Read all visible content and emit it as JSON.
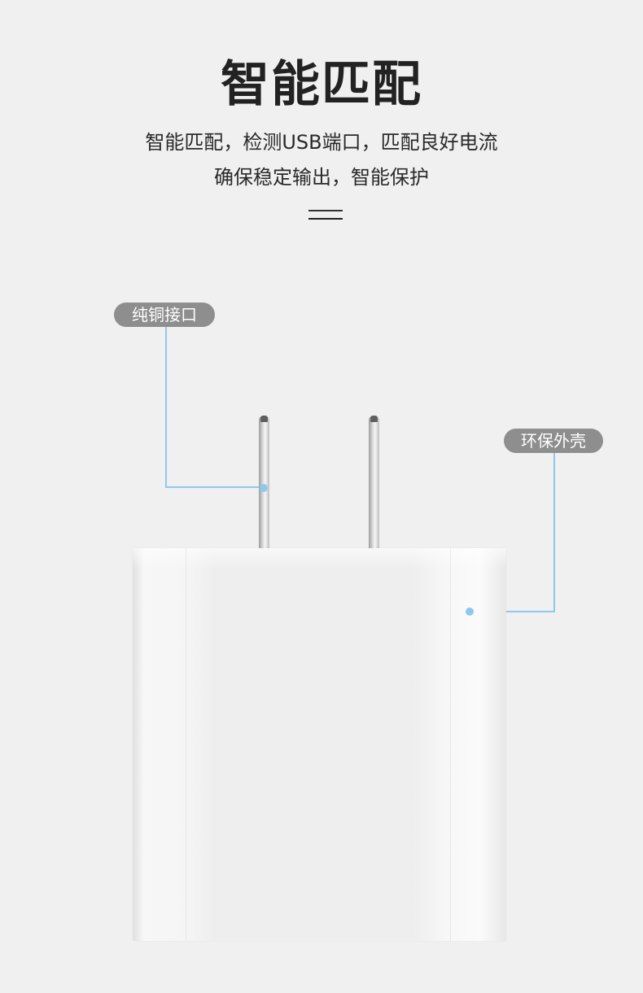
{
  "header": {
    "title": "智能匹配",
    "subtitle_line1": "智能匹配，检测USB端口，匹配良好电流",
    "subtitle_line2": "确保稳定输出，智能保护"
  },
  "callouts": {
    "left_label": "纯铜接口",
    "right_label": "环保外壳"
  },
  "colors": {
    "background": "#f0f0f0",
    "callout_bg": "#8e8e8e",
    "leader_line": "#8fc8ee",
    "title_text": "#222222"
  }
}
